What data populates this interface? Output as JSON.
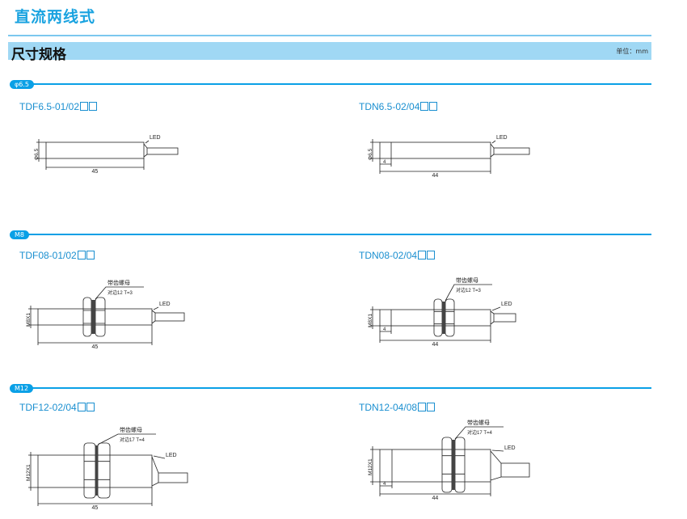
{
  "page_title": "直流两线式",
  "section_band": {
    "heading": "尺寸规格",
    "unit": "单位：mm"
  },
  "sections": [
    {
      "label": "φ6.5",
      "models": [
        {
          "name": "TDF6.5-01/02",
          "led": "LED",
          "dia": "Φ6.5",
          "len": "45"
        },
        {
          "name": "TDN6.5-02/04",
          "led": "LED",
          "dia": "Φ6.5",
          "len": "44",
          "tip": "4"
        }
      ]
    },
    {
      "label": "M8",
      "models": [
        {
          "name": "TDF08-01/02",
          "led": "LED",
          "dia": "M8X1",
          "len": "45",
          "nut": "带齿螺母",
          "nut_spec": "对边12  T=3"
        },
        {
          "name": "TDN08-02/04",
          "led": "LED",
          "dia": "M8X1",
          "len": "44",
          "tip": "4",
          "nut": "带齿螺母",
          "nut_spec": "对边12  T=3"
        }
      ]
    },
    {
      "label": "M12",
      "models": [
        {
          "name": "TDF12-02/04",
          "led": "LED",
          "dia": "M12X1",
          "len": "45",
          "nut": "带齿螺母",
          "nut_spec": "对边17  T=4"
        },
        {
          "name": "TDN12-04/08",
          "led": "LED",
          "dia": "M12X1",
          "len": "44",
          "tip": "4",
          "nut": "带齿螺母",
          "nut_spec": "对边17  T=4"
        }
      ]
    }
  ]
}
